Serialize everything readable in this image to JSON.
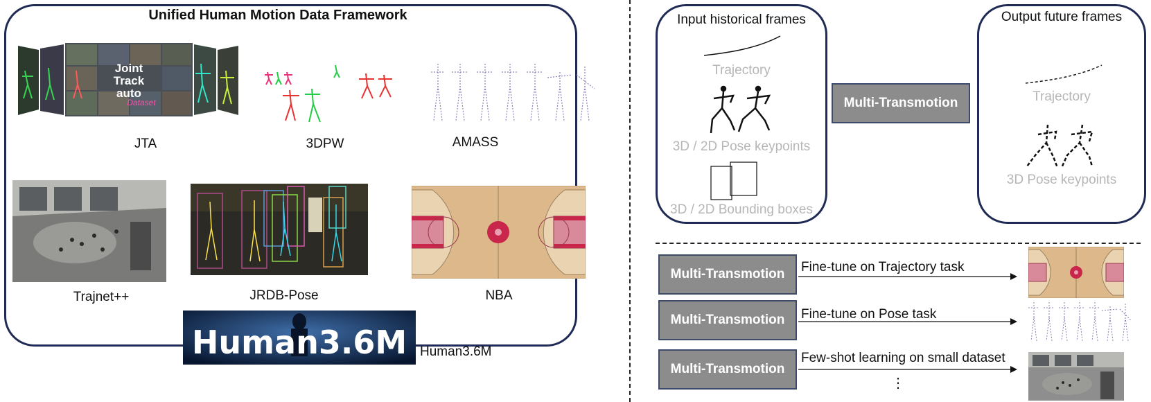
{
  "framework": {
    "title": "Unified Human Motion Data Framework",
    "datasets": [
      {
        "label": "JTA",
        "logo_text": [
          "Joint",
          "Track",
          "auto",
          "Dataset"
        ]
      },
      {
        "label": "3DPW"
      },
      {
        "label": "AMASS"
      },
      {
        "label": "Trajnet++"
      },
      {
        "label": "JRDB-Pose"
      },
      {
        "label": "NBA"
      },
      {
        "label": "Human3.6M",
        "banner_text": "Human3.6M"
      }
    ]
  },
  "input_panel": {
    "title": "Input historical frames",
    "items": [
      "Trajectory",
      "3D / 2D Pose keypoints",
      "3D / 2D Bounding boxes"
    ]
  },
  "model": {
    "label": "Multi-Transmotion"
  },
  "output_panel": {
    "title": "Output future frames",
    "items": [
      "Trajectory",
      "3D Pose keypoints"
    ]
  },
  "tasks": [
    {
      "model": "Multi-Transmotion",
      "label": "Fine-tune on Trajectory task"
    },
    {
      "model": "Multi-Transmotion",
      "label": "Fine-tune on Pose task"
    },
    {
      "model": "Multi-Transmotion",
      "label": "Few-shot learning on small dataset"
    }
  ],
  "ellipsis": "⋮",
  "colors": {
    "panel_border": "#1f2b55",
    "model_box": "#8c8c8c",
    "muted_text": "#b6b6b6",
    "court": "#dcb88a",
    "court_paint": "#d98a9a",
    "court_center": "#c8264a"
  }
}
